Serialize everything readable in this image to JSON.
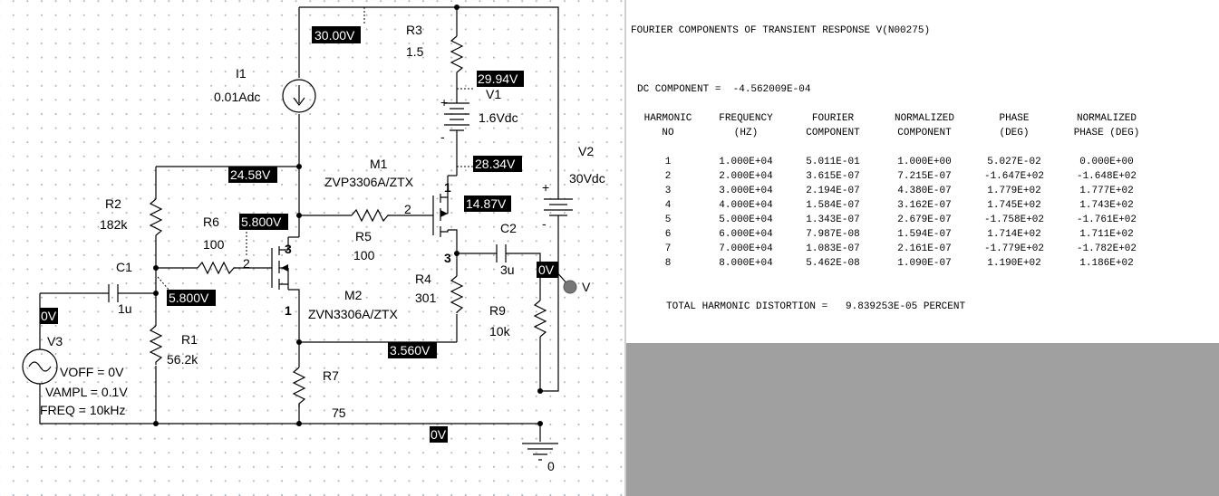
{
  "schematic": {
    "components": {
      "r3": {
        "name": "R3",
        "value": "1.5"
      },
      "i1": {
        "name": "I1",
        "value": "0.01Adc"
      },
      "v1": {
        "name": "V1",
        "value": "1.6Vdc"
      },
      "v2": {
        "name": "V2",
        "value": "30Vdc"
      },
      "m1": {
        "name": "M1",
        "value": "ZVP3306A/ZTX"
      },
      "m2": {
        "name": "M2",
        "value": "ZVN3306A/ZTX"
      },
      "r2": {
        "name": "R2",
        "value": "182k"
      },
      "r6": {
        "name": "R6",
        "value": "100"
      },
      "r5": {
        "name": "R5",
        "value": "100"
      },
      "r4": {
        "name": "R4",
        "value": "301"
      },
      "r1": {
        "name": "R1",
        "value": "56.2k"
      },
      "r7": {
        "name": "R7",
        "value": "75"
      },
      "r9": {
        "name": "R9",
        "value": "10k"
      },
      "c1": {
        "name": "C1",
        "value": "1u"
      },
      "c2": {
        "name": "C2",
        "value": "3u"
      },
      "v3": {
        "name": "V3",
        "voff": "VOFF = 0V",
        "vampl": "VAMPL = 0.1V",
        "freq": "FREQ = 10kHz"
      },
      "probe": {
        "name": "V"
      },
      "ground": {
        "name": "0"
      }
    },
    "pins": {
      "m1_d": "1",
      "m1_g": "2",
      "m1_s": "3",
      "m2_d": "3",
      "m2_g": "2",
      "m2_s": "1"
    },
    "voltages": {
      "top": "30.00V",
      "r3_bottom": "29.94V",
      "m1_source": "28.34V",
      "m1_drain": "14.87V",
      "r2_top": "24.58V",
      "m2_drain": "5.800V",
      "m2_gate": "5.800V",
      "m2_source": "3.560V",
      "output": "0V",
      "input": "0V",
      "ground": "0V"
    }
  },
  "output": {
    "title": "FOURIER COMPONENTS OF TRANSIENT RESPONSE V(N00275)",
    "dc_component": "DC COMPONENT =  -4.562009E-04",
    "headers": [
      [
        "HARMONIC",
        "NO"
      ],
      [
        "FREQUENCY",
        "(HZ)"
      ],
      [
        "FOURIER",
        "COMPONENT"
      ],
      [
        "NORMALIZED",
        "COMPONENT"
      ],
      [
        "PHASE",
        "(DEG)"
      ],
      [
        "NORMALIZED",
        "PHASE (DEG)"
      ]
    ],
    "rows": [
      [
        "1",
        "1.000E+04",
        "5.011E-01",
        "1.000E+00",
        "5.027E-02",
        "0.000E+00"
      ],
      [
        "2",
        "2.000E+04",
        "3.615E-07",
        "7.215E-07",
        "-1.647E+02",
        "-1.648E+02"
      ],
      [
        "3",
        "3.000E+04",
        "2.194E-07",
        "4.380E-07",
        "1.779E+02",
        "1.777E+02"
      ],
      [
        "4",
        "4.000E+04",
        "1.584E-07",
        "3.162E-07",
        "1.745E+02",
        "1.743E+02"
      ],
      [
        "5",
        "5.000E+04",
        "1.343E-07",
        "2.679E-07",
        "-1.758E+02",
        "-1.761E+02"
      ],
      [
        "6",
        "6.000E+04",
        "7.987E-08",
        "1.594E-07",
        "1.714E+02",
        "1.711E+02"
      ],
      [
        "7",
        "7.000E+04",
        "1.083E-07",
        "2.161E-07",
        "-1.779E+02",
        "-1.782E+02"
      ],
      [
        "8",
        "8.000E+04",
        "5.462E-08",
        "1.090E-07",
        "1.190E+02",
        "1.186E+02"
      ]
    ],
    "thd": "TOTAL HARMONIC DISTORTION =   9.839253E-05 PERCENT"
  }
}
